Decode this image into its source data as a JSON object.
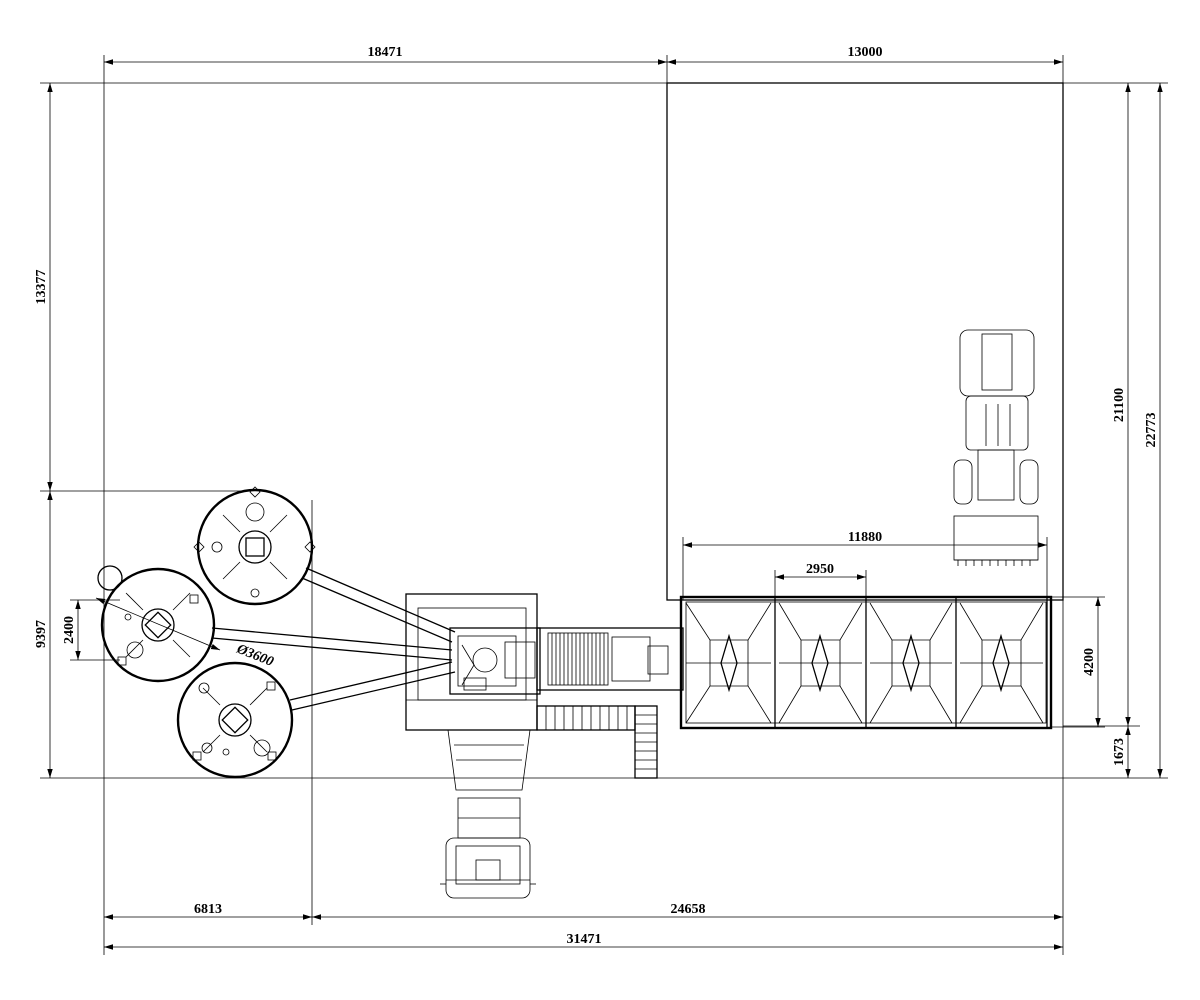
{
  "dimensions": {
    "top_left": "18471",
    "top_right": "13000",
    "left_upper": "13377",
    "left_lower": "9397",
    "silo_spacing": "2400",
    "silo_diameter": "Ø3600",
    "right_inner": "21100",
    "right_outer": "22773",
    "right_bottom": "1673",
    "bin_width": "4200",
    "hopper_length": "11880",
    "hopper_module": "2950",
    "bottom_left": "6813",
    "bottom_mid": "24658",
    "bottom_total": "31471"
  }
}
